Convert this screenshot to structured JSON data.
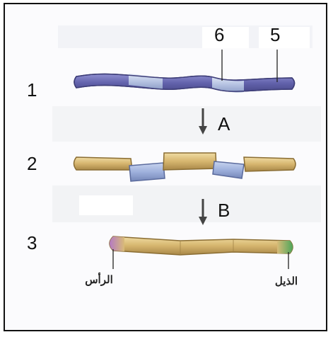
{
  "diagram": {
    "row_labels": [
      "1",
      "2",
      "3"
    ],
    "step_labels": [
      "A",
      "B"
    ],
    "callouts": [
      "6",
      "5"
    ],
    "end_labels": {
      "head": "الرأس",
      "tail": "الذيل"
    },
    "colors": {
      "blue_segment": "#6f6fb5",
      "light_blue_segment": "#b4c2e0",
      "tan_segment": "#d8bb78",
      "head_tip": "#c08fc9",
      "tail_tip": "#6fb86f"
    }
  }
}
